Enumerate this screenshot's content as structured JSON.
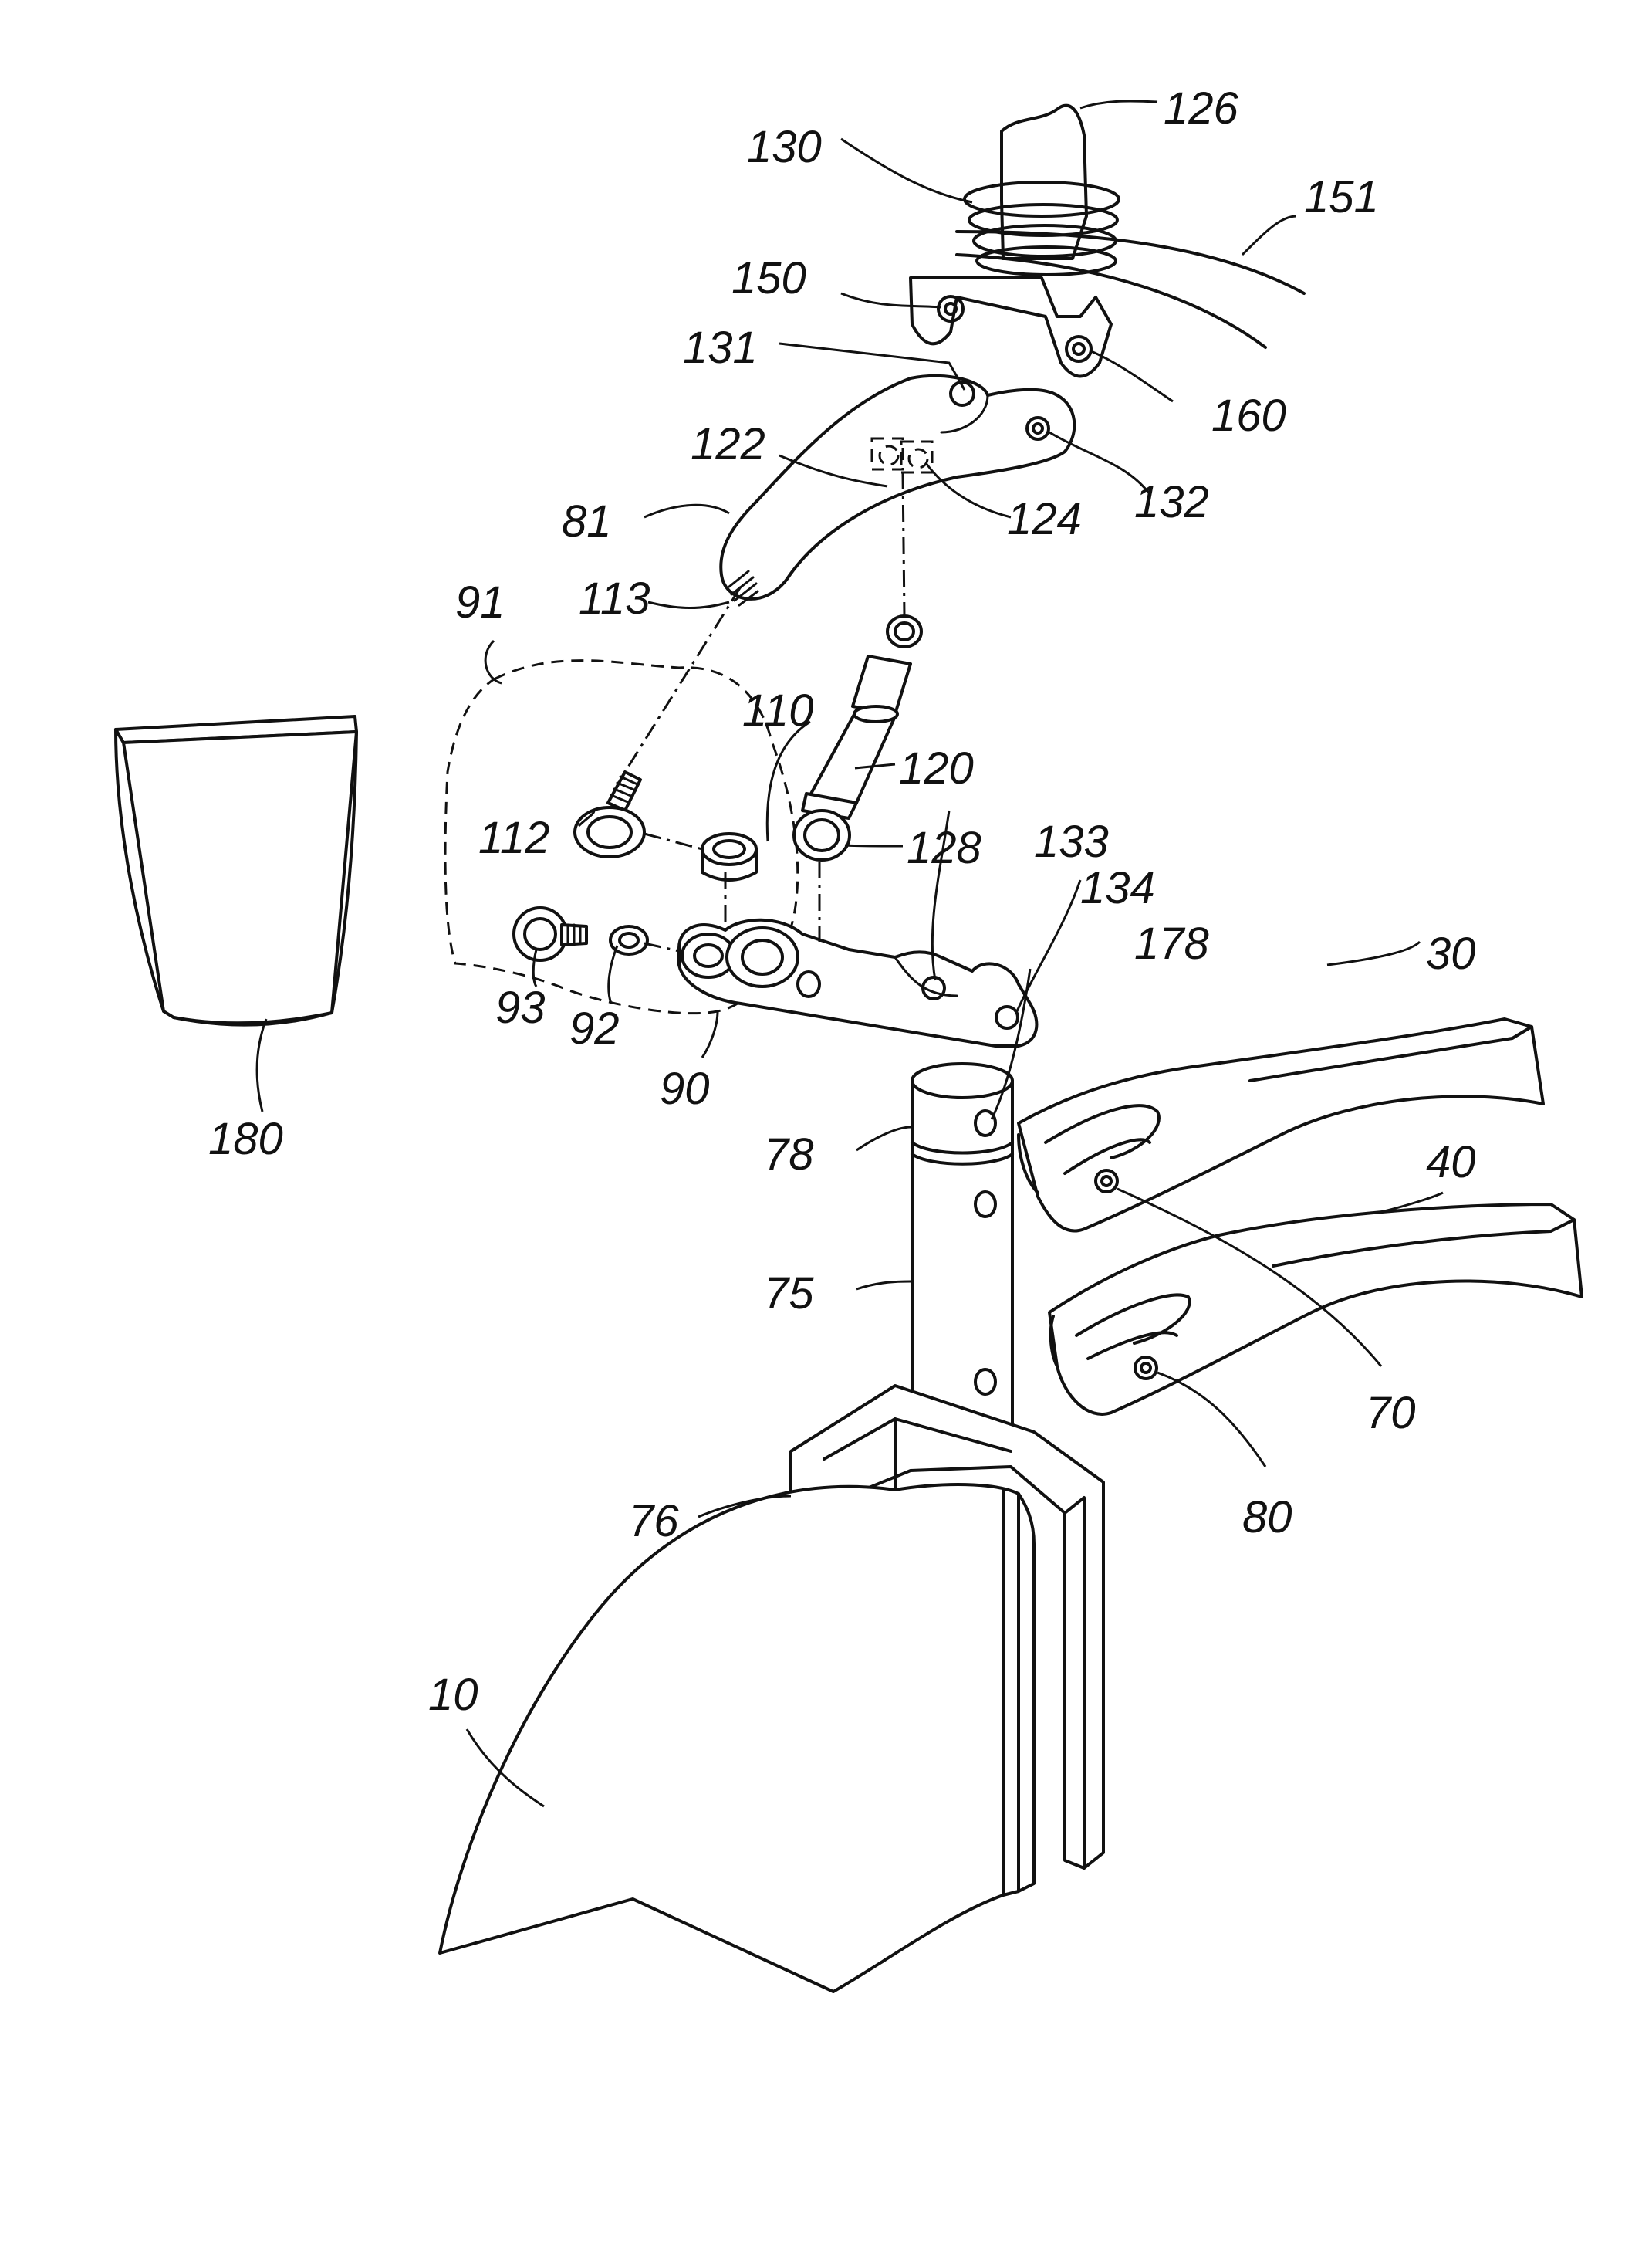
{
  "figure": {
    "labels": {
      "l126": "126",
      "l130": "130",
      "l151": "151",
      "l150": "150",
      "l160": "160",
      "l131": "131",
      "l122": "122",
      "l124": "124",
      "l132": "132",
      "l81": "81",
      "l113": "113",
      "l91": "91",
      "l110": "110",
      "l120": "120",
      "l112": "112",
      "l128": "128",
      "l133": "133",
      "l134": "134",
      "l178": "178",
      "l93": "93",
      "l92": "92",
      "l90": "90",
      "l30": "30",
      "l78": "78",
      "l180": "180",
      "l40": "40",
      "l70": "70",
      "l75": "75",
      "l80": "80",
      "l76": "76",
      "l10": "10"
    }
  }
}
